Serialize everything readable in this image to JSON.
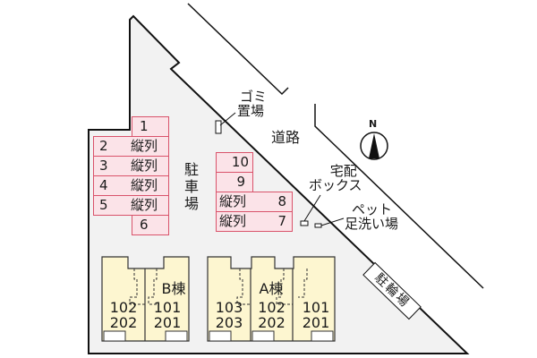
{
  "map": {
    "road_label": "道路",
    "parking_label_vertical": [
      "駐",
      "車",
      "場"
    ],
    "north_label": "N",
    "garbage_label": [
      "ゴミ",
      "置場"
    ],
    "delivery_box_label": [
      "宅配",
      "ボックス"
    ],
    "pet_wash_label": [
      "ペット",
      "足洗い場"
    ],
    "bicycle_parking_label": "駐輪場"
  },
  "parking_left": [
    {
      "num": "1",
      "kind": ""
    },
    {
      "num": "2",
      "kind": "縦列"
    },
    {
      "num": "3",
      "kind": "縦列"
    },
    {
      "num": "4",
      "kind": "縦列"
    },
    {
      "num": "5",
      "kind": "縦列"
    },
    {
      "num": "6",
      "kind": ""
    }
  ],
  "parking_right": [
    {
      "num": "10",
      "kind": ""
    },
    {
      "num": "9",
      "kind": ""
    },
    {
      "num": "8",
      "kind": "縦列"
    },
    {
      "num": "7",
      "kind": "縦列"
    }
  ],
  "buildings": [
    {
      "name": "B棟",
      "units": [
        {
          "lower": "102",
          "upper": "202"
        },
        {
          "lower": "101",
          "upper": "201"
        }
      ]
    },
    {
      "name": "A棟",
      "units": [
        {
          "lower": "103",
          "upper": "203"
        },
        {
          "lower": "102",
          "upper": "202"
        },
        {
          "lower": "101",
          "upper": "201"
        }
      ]
    }
  ],
  "colors": {
    "site_fill": "#f2f2f2",
    "parking_fill": "#fbe3e8",
    "parking_border": "#d9536b",
    "building_fill": "#fdf6d0",
    "outline": "#111111"
  }
}
